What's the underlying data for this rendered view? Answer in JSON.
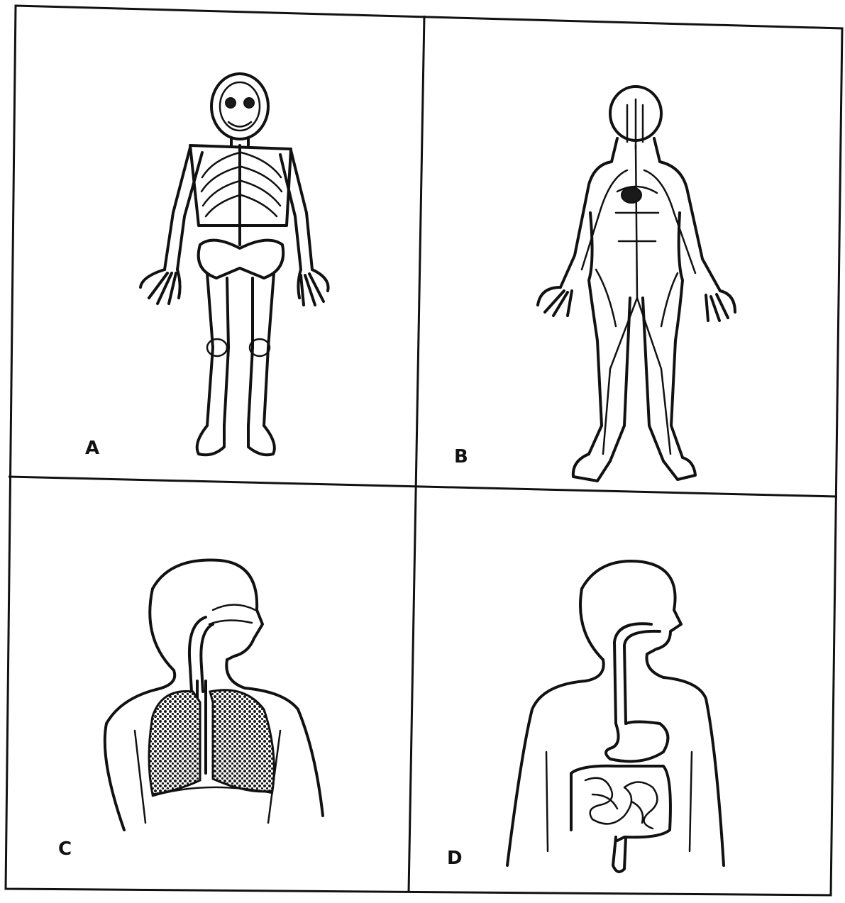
{
  "panels": [
    {
      "id": "A",
      "label": "A",
      "subject": "skeleton-figure"
    },
    {
      "id": "B",
      "label": "B",
      "subject": "circulatory-figure"
    },
    {
      "id": "C",
      "label": "C",
      "subject": "respiratory-figure"
    },
    {
      "id": "D",
      "label": "D",
      "subject": "digestive-figure"
    }
  ]
}
